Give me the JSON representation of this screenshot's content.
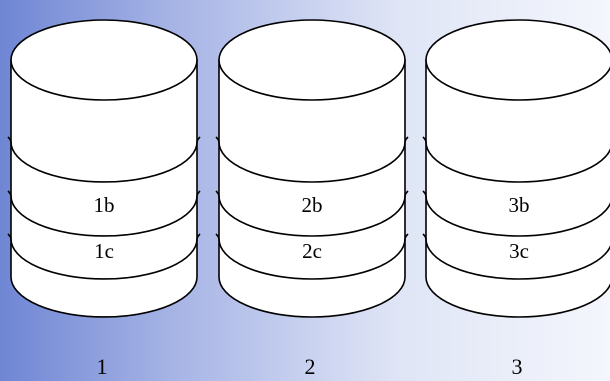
{
  "disks": [
    {
      "segments": [
        "",
        "1b",
        "1c"
      ],
      "label": "1"
    },
    {
      "segments": [
        "",
        "2b",
        "2c"
      ],
      "label": "2"
    },
    {
      "segments": [
        "",
        "3b",
        "3c"
      ],
      "label": "3"
    }
  ]
}
